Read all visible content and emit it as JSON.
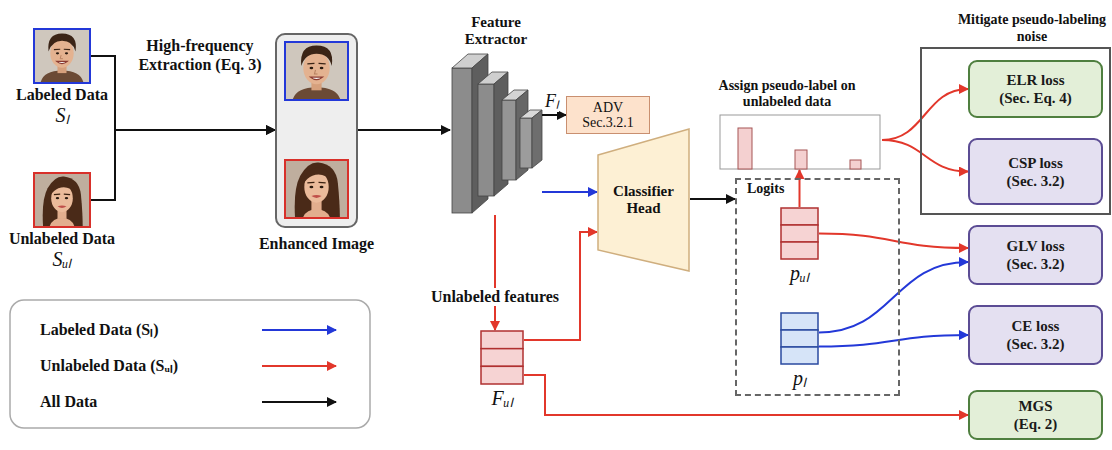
{
  "diagram": {
    "nodes": [
      {
        "text": [
          "Labeled Data",
          "Sₗ"
        ]
      },
      {
        "text": [
          "Unlabeled Data",
          "Sᵤₗ"
        ]
      },
      {
        "text": [
          "Enhanced Image"
        ]
      },
      {
        "text": [
          "Feature Extractor"
        ]
      },
      {
        "text": [
          "ADV",
          "Sec.3.2.1"
        ]
      },
      {
        "text": [
          "Classifier Head"
        ]
      },
      {
        "text": [
          "Fᵤₗ"
        ]
      },
      {
        "text": [
          "Logits"
        ]
      },
      {
        "text": [
          "pᵤₗ"
        ],
        "in": 7
      },
      {
        "text": [
          "pₗ"
        ],
        "in": 7
      },
      {
        "text": [
          "Assign pseudo-label on unlabeled data"
        ]
      },
      {
        "text": [
          "Mitigate pseudo-labeling noise"
        ]
      },
      {
        "text": [
          "ELR loss",
          "(Sec. Eq. 4)"
        ],
        "in": 11
      },
      {
        "text": [
          "CSP loss",
          "(Sec. 3.2)"
        ],
        "in": 11
      },
      {
        "text": [
          "GLV loss",
          "(Sec. 3.2)"
        ]
      },
      {
        "text": [
          "CE loss",
          "(Sec. 3.2)"
        ]
      },
      {
        "text": [
          "MGS",
          "(Eq. 2)"
        ]
      }
    ],
    "edges": [
      {
        "from": 0,
        "to": 2,
        "arrow": "to",
        "label": "High-frequency Extraction (Eq. 3)"
      },
      {
        "from": 1,
        "to": 2,
        "arrow": "to"
      },
      {
        "from": 2,
        "to": 3,
        "arrow": "to"
      },
      {
        "from": 3,
        "to": 4,
        "arrow": "to",
        "label": "Fₗ"
      },
      {
        "from": 3,
        "to": 5,
        "arrow": "to"
      },
      {
        "from": 3,
        "to": 6,
        "arrow": "to",
        "label": "Unlabeled features"
      },
      {
        "from": 6,
        "to": 5,
        "arrow": "to"
      },
      {
        "from": 5,
        "to": 7,
        "arrow": "to"
      },
      {
        "from": 8,
        "to": 10,
        "arrow": "to"
      },
      {
        "from": 10,
        "to": 12,
        "arrow": "to"
      },
      {
        "from": 10,
        "to": 13,
        "arrow": "to"
      },
      {
        "from": 8,
        "to": 14,
        "arrow": "to"
      },
      {
        "from": 9,
        "to": 14,
        "arrow": "to"
      },
      {
        "from": 9,
        "to": 15,
        "arrow": "to"
      },
      {
        "from": 6,
        "to": 16,
        "arrow": "to"
      }
    ],
    "legend": [
      {
        "text": "Labeled Data (Sₗ)"
      },
      {
        "text": "Unlabeled Data (Sᵤₗ)"
      },
      {
        "text": "All Data"
      }
    ]
  }
}
